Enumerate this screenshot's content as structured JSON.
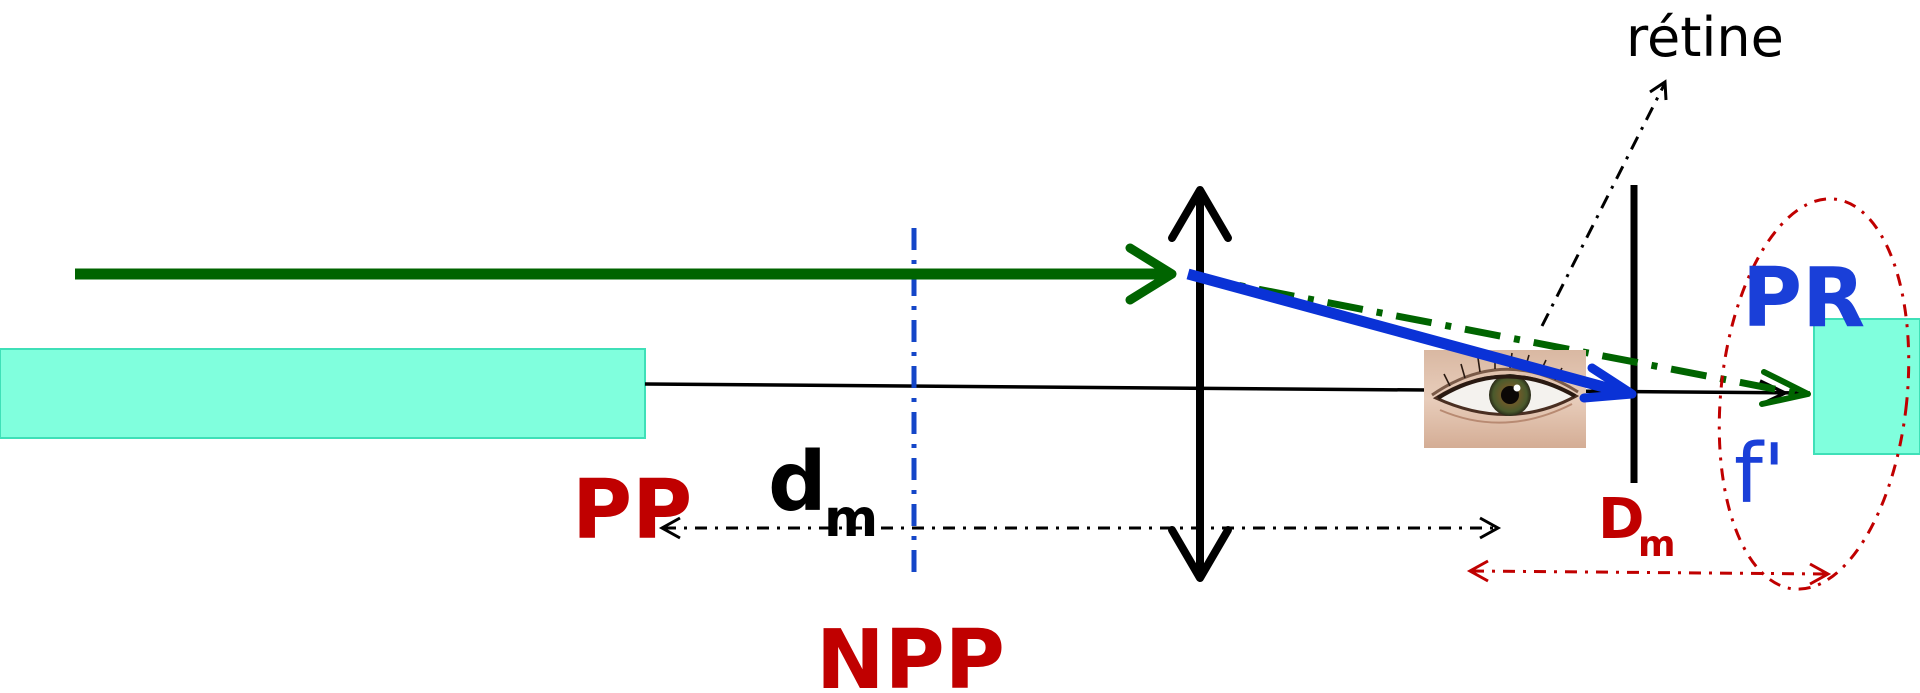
{
  "labels": {
    "retina": "rétine",
    "pr": "PR",
    "pp": "PP",
    "dm_main": "d",
    "dm_sub": "m",
    "Dm_main": "D",
    "Dm_sub": "m",
    "f_prime": "f'",
    "npp": "NPP"
  },
  "colors": {
    "green_ray": "#006400",
    "blue_ray": "#0a32d6",
    "blue_dashdot": "#1446c8",
    "label_red": "#c00000",
    "label_blue": "#1a3fd8",
    "cyan_box": "#80ffdd",
    "cyan_box_border": "#3fe0b8",
    "black": "#000000"
  },
  "images": {
    "eye": "eye-photo"
  }
}
